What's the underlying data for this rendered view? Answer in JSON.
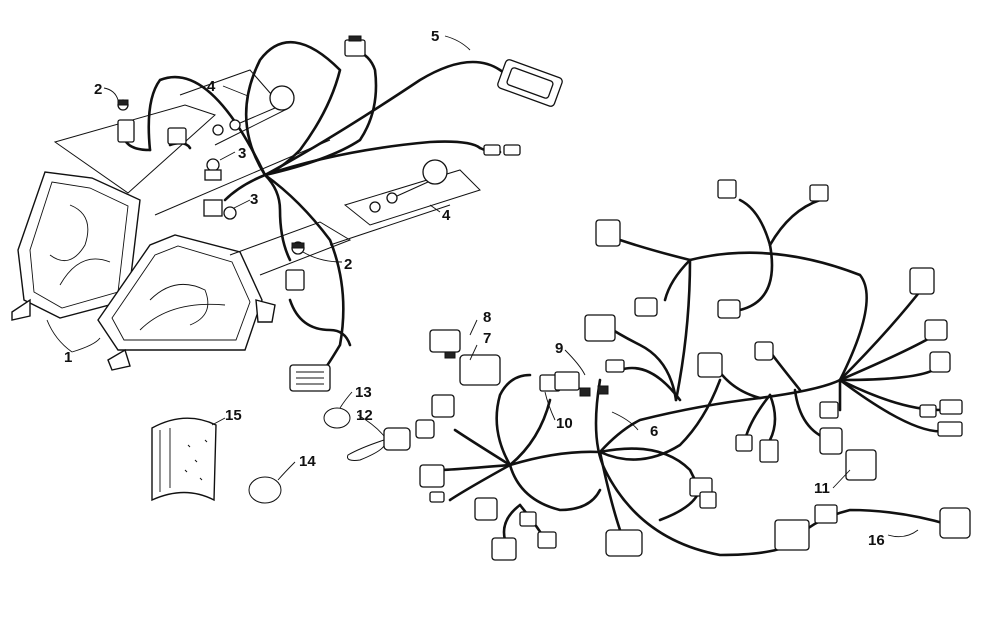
{
  "callouts": [
    {
      "id": "1",
      "label": "1"
    },
    {
      "id": "2a",
      "label": "2"
    },
    {
      "id": "2b",
      "label": "2"
    },
    {
      "id": "3a",
      "label": "3"
    },
    {
      "id": "3b",
      "label": "3"
    },
    {
      "id": "4a",
      "label": "4"
    },
    {
      "id": "4b",
      "label": "4"
    },
    {
      "id": "5",
      "label": "5"
    },
    {
      "id": "6",
      "label": "6"
    },
    {
      "id": "7",
      "label": "7"
    },
    {
      "id": "8",
      "label": "8"
    },
    {
      "id": "9",
      "label": "9"
    },
    {
      "id": "10",
      "label": "10"
    },
    {
      "id": "11",
      "label": "11"
    },
    {
      "id": "12",
      "label": "12"
    },
    {
      "id": "13",
      "label": "13"
    },
    {
      "id": "14",
      "label": "14"
    },
    {
      "id": "15",
      "label": "15"
    },
    {
      "id": "16",
      "label": "16"
    }
  ]
}
